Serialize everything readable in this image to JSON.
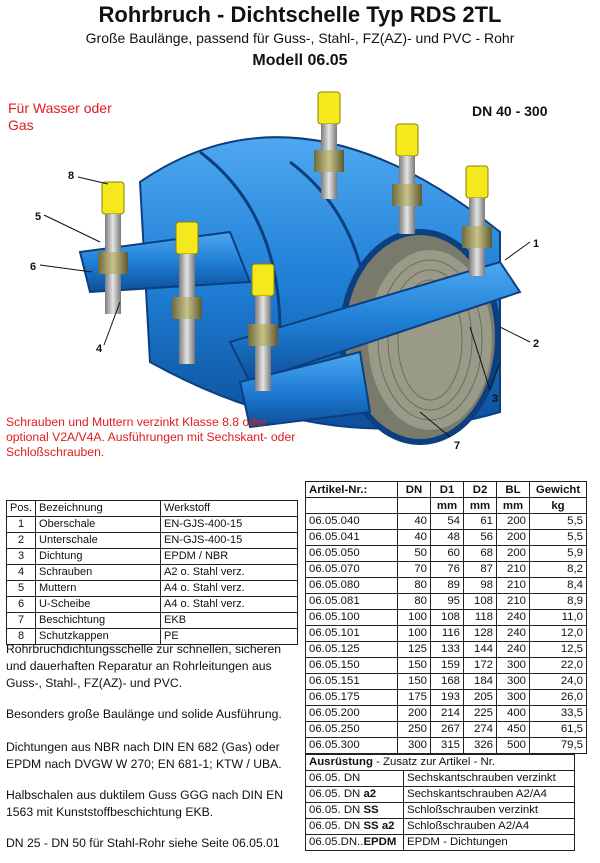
{
  "header": {
    "title": "Rohrbruch - Dichtschelle Typ RDS 2TL",
    "subtitle": "Große Baulänge, passend für Guss-, Stahl-, FZ(AZ)- und PVC - Rohr",
    "model": "Modell 06.05"
  },
  "medium_label": "Für  Wasser oder Gas",
  "dn_range": "DN 40 - 300",
  "callouts": [
    "1",
    "2",
    "3",
    "4",
    "5",
    "6",
    "7",
    "8"
  ],
  "screw_notes": "Schrauben und Muttern verzinkt Klasse 8.8 oder optional V2A/V4A. Ausführungen mit Sechskant- oder Schloßschrauben.",
  "colors": {
    "clamp_blue": "#1f7fd6",
    "bolt_cap": "#f5e81c",
    "note_red": "#e11b1b"
  },
  "parts_table": {
    "headers": [
      "Pos.",
      "Bezeichnung",
      "Werkstoff"
    ],
    "rows": [
      [
        "1",
        "Oberschale",
        "EN-GJS-400-15"
      ],
      [
        "2",
        "Unterschale",
        "EN-GJS-400-15"
      ],
      [
        "3",
        "Dichtung",
        "EPDM / NBR"
      ],
      [
        "4",
        "Schrauben",
        "A2 o. Stahl verz."
      ],
      [
        "5",
        "Muttern",
        "A4 o. Stahl verz."
      ],
      [
        "6",
        "U-Scheibe",
        "A4 o. Stahl verz."
      ],
      [
        "7",
        "Beschichtung",
        "EKB"
      ],
      [
        "8",
        "Schutzkappen",
        "PE"
      ]
    ]
  },
  "article_table": {
    "headers": [
      "Artikel-Nr.:",
      "DN",
      "D1",
      "D2",
      "BL",
      "Gewicht"
    ],
    "units": [
      "",
      "",
      "mm",
      "mm",
      "mm",
      "kg"
    ],
    "rows": [
      [
        "06.05.040",
        "40",
        "54",
        "61",
        "200",
        "5,5"
      ],
      [
        "06.05.041",
        "40",
        "48",
        "56",
        "200",
        "5,5"
      ],
      [
        "06.05.050",
        "50",
        "60",
        "68",
        "200",
        "5,9"
      ],
      [
        "06.05.070",
        "70",
        "76",
        "87",
        "210",
        "8,2"
      ],
      [
        "06.05.080",
        "80",
        "89",
        "98",
        "210",
        "8,4"
      ],
      [
        "06.05.081",
        "80",
        "95",
        "108",
        "210",
        "8,9"
      ],
      [
        "06.05.100",
        "100",
        "108",
        "118",
        "240",
        "11,0"
      ],
      [
        "06.05.101",
        "100",
        "116",
        "128",
        "240",
        "12,0"
      ],
      [
        "06.05.125",
        "125",
        "133",
        "144",
        "240",
        "12,5"
      ],
      [
        "06.05.150",
        "150",
        "159",
        "172",
        "300",
        "22,0"
      ],
      [
        "06.05.151",
        "150",
        "168",
        "184",
        "300",
        "24,0"
      ],
      [
        "06.05.175",
        "175",
        "193",
        "205",
        "300",
        "26,0"
      ],
      [
        "06.05.200",
        "200",
        "214",
        "225",
        "400",
        "33,5"
      ],
      [
        "06.05.250",
        "250",
        "267",
        "274",
        "450",
        "61,5"
      ],
      [
        "06.05.300",
        "300",
        "315",
        "326",
        "500",
        "79,5"
      ]
    ]
  },
  "accessory": {
    "title": "Ausrüstung",
    "subtitle": " - Zusatz zur Artikel - Nr.",
    "rows": [
      {
        "pre": "06.05. DN",
        "suf": "",
        "desc": "Sechskantschrauben verzinkt"
      },
      {
        "pre": "06.05. DN ",
        "suf": "a2",
        "desc": "Sechskantschrauben A2/A4"
      },
      {
        "pre": "06.05. DN ",
        "suf": "SS",
        "desc": "Schloßschrauben verzinkt"
      },
      {
        "pre": "06.05. DN ",
        "suf": "SS a2",
        "desc": "Schloßschrauben A2/A4"
      },
      {
        "pre": "06.05.DN..",
        "suf": "EPDM",
        "desc": "EPDM - Dichtungen"
      }
    ]
  },
  "description": [
    "Rohrbruchdichtungsschelle zur schnellen, sicheren und dauerhaften Reparatur an Rohrleitungen aus Guss-, Stahl-, FZ(AZ)- und PVC.",
    "Besonders große Baulänge und solide Ausführung.",
    "Dichtungen aus NBR nach DIN EN 682 (Gas) oder EPDM nach DVGW W 270; EN 681-1; KTW / UBA.",
    "Halbschalen aus duktilem Guss GGG nach DIN EN 1563 mit Kunststoffbeschichtung EKB.",
    "DN 25 - DN 50 für Stahl-Rohr siehe Seite 06.05.01"
  ]
}
